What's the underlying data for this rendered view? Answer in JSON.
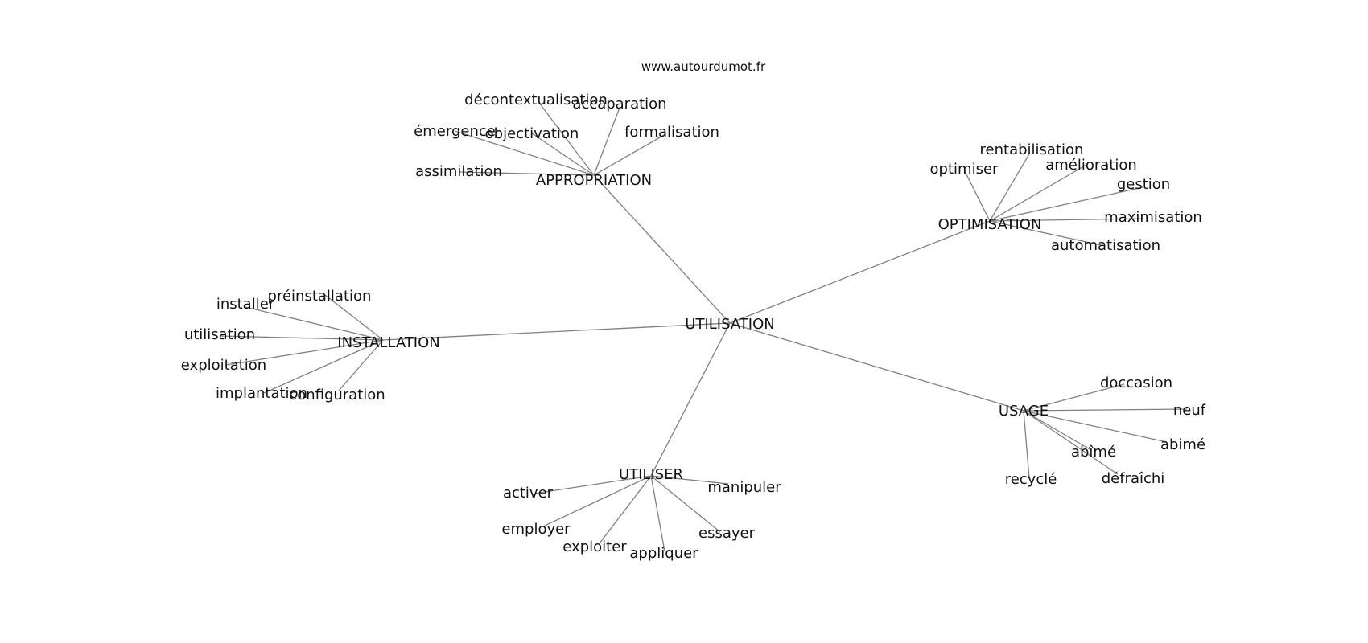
{
  "watermark": "www.autourdumot.fr",
  "center": "UTILISATION",
  "clusters": [
    {
      "hub": "APPROPRIATION",
      "words": [
        "décontextualisation",
        "accaparation",
        "émergence",
        "objectivation",
        "formalisation",
        "assimilation"
      ]
    },
    {
      "hub": "OPTIMISATION",
      "words": [
        "rentabilisation",
        "optimiser",
        "amélioration",
        "gestion",
        "maximisation",
        "automatisation"
      ]
    },
    {
      "hub": "INSTALLATION",
      "words": [
        "préinstallation",
        "installer",
        "utilisation",
        "exploitation",
        "implantation",
        "configuration"
      ]
    },
    {
      "hub": "USAGE",
      "words": [
        "doccasion",
        "neuf",
        "abimé",
        "abîmé",
        "défraîchi",
        "recyclé"
      ]
    },
    {
      "hub": "UTILISER",
      "words": [
        "activer",
        "manipuler",
        "employer",
        "essayer",
        "exploiter",
        "appliquer"
      ]
    }
  ]
}
